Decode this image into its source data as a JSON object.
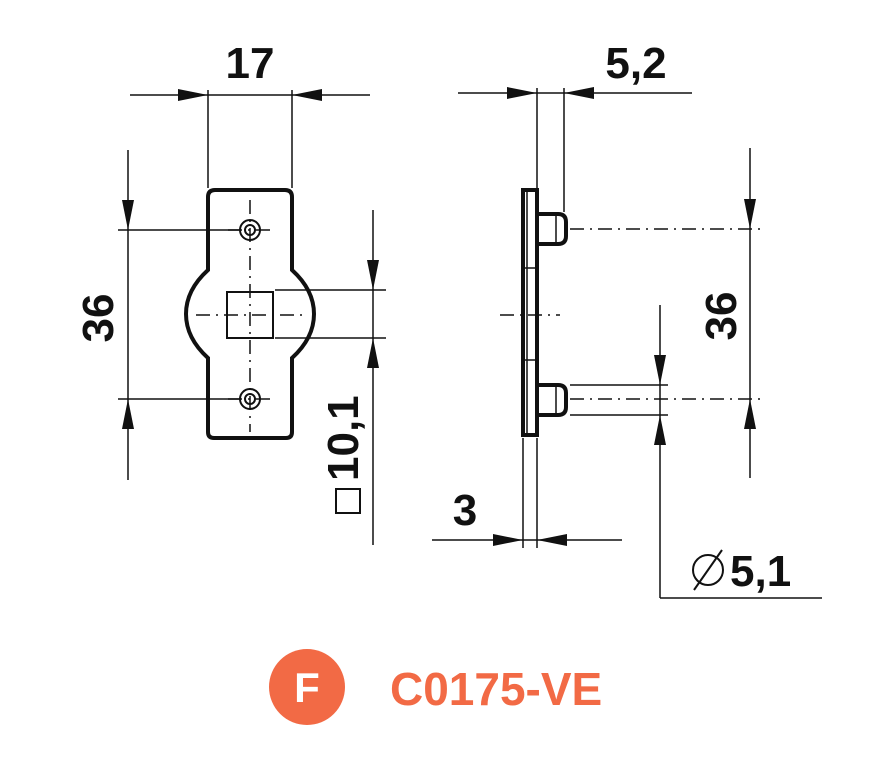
{
  "dimensions": {
    "width_front": "17",
    "height_front": "36",
    "square_size": "10,1",
    "pin_length": "5,2",
    "height_side": "36",
    "thickness": "3",
    "pin_diameter": "5,1"
  },
  "symbols": {
    "square": "□",
    "diameter": "∅"
  },
  "footer": {
    "badge_letter": "F",
    "product_code": "C0175-VE"
  },
  "colors": {
    "accent": "#F26A45",
    "ink": "#111111"
  }
}
